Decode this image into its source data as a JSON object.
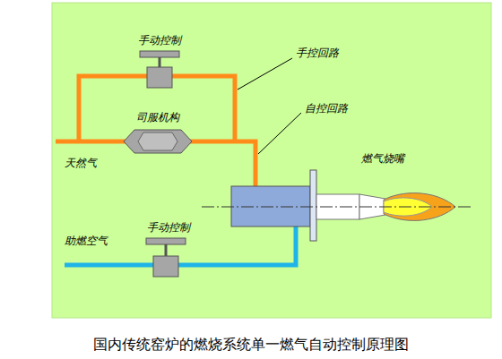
{
  "diagram": {
    "caption": "国内传统窑炉的燃烧系统单一燃气自动控制原理图",
    "labels": [
      "手动控制",
      "手控回路",
      "司服机构",
      "自控回路",
      "天然气",
      "燃气烧嘴",
      "手动控制",
      "助燃空气"
    ]
  }
}
